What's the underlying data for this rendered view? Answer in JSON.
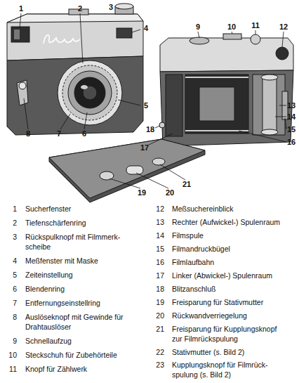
{
  "diagram": {
    "labels": [
      "1",
      "2",
      "3",
      "4",
      "5",
      "6",
      "7",
      "8",
      "9",
      "10",
      "11",
      "12",
      "13",
      "14",
      "15",
      "16",
      "17",
      "18",
      "19",
      "20",
      "21",
      "1",
      "Sucherfenster",
      "2",
      "Tiefenschärfenring",
      "3",
      "Rückspulknopf mit Filmmerk- scheibe",
      "4",
      "Meßfenster mit Maske",
      "5",
      "Zeiteinstellung",
      "6",
      "Blendenring",
      "7",
      "Entfernungseinstellring",
      "8",
      "Auslöseknopf mit Gewinde für Drahtauslöser",
      "9",
      "Schnellaufzug",
      "10",
      "Steckschuh für Zubehörteile",
      "11",
      "Knopf für Zählwerk",
      "12",
      "Meßsuchereinblick",
      "13",
      "Rechter (Aufwickel-) Spulenraum",
      "14",
      "Filmspule",
      "15",
      "Filmandruckbügel",
      "16",
      "Filmlaufbahn",
      "17",
      "Linker (Abwickel-) Spulenraum",
      "18",
      "Blitzanschluß",
      "19",
      "Freisparung für Stativmutter",
      "20",
      "Rückwandverriegelung",
      "21",
      "Freisparung für Kupplungsknopf zur Filmrückspulung",
      "22",
      "Stativmutter (s. Bild 2)",
      "23",
      "Kupplungsknopf für Filmrück- spulung (s. Bild 2)"
    ]
  }
}
